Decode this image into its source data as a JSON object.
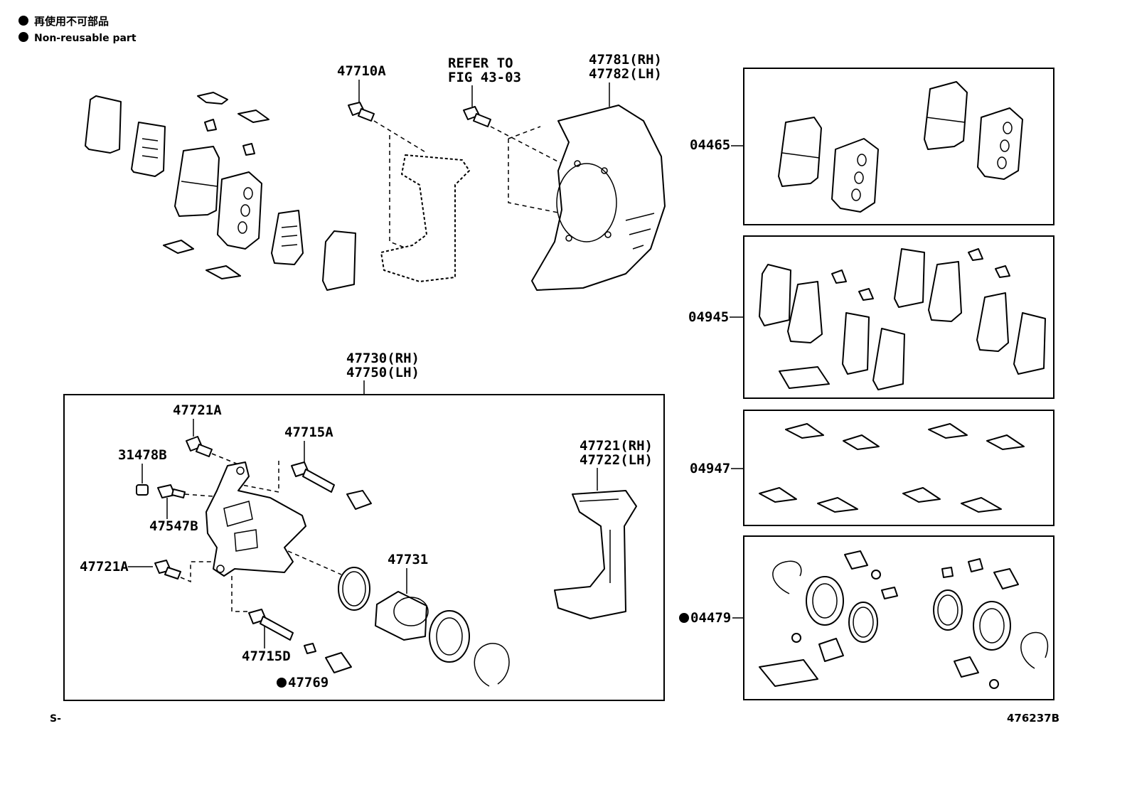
{
  "legend": {
    "bullet_jp": "再使用不可部品",
    "bullet_en": "Non-reusable part"
  },
  "labels": {
    "bolt_47710A": "47710A",
    "refer_line1": "REFER TO",
    "refer_line2": "FIG 43-03",
    "shield_rh": "47781(RH)",
    "shield_lh": "47782(LH)",
    "caliper_rh": "47730(RH)",
    "caliper_lh": "47750(LH)",
    "bleeder_47721A_top": "47721A",
    "cap_31478B": "31478B",
    "pin_47715A": "47715A",
    "plug_47547B": "47547B",
    "bleeder_47721A_left": "47721A",
    "pin_47715D": "47715D",
    "ring_47769": "47769",
    "piston_47731": "47731",
    "mount_rh": "47721(RH)",
    "mount_lh": "47722(LH)",
    "kit_04465": "04465",
    "kit_04945": "04945",
    "kit_04947": "04947",
    "kit_04479": "04479"
  },
  "footer": {
    "left": "S-",
    "right": "476237B"
  },
  "colors": {
    "ink": "#000000",
    "paper": "#ffffff"
  }
}
